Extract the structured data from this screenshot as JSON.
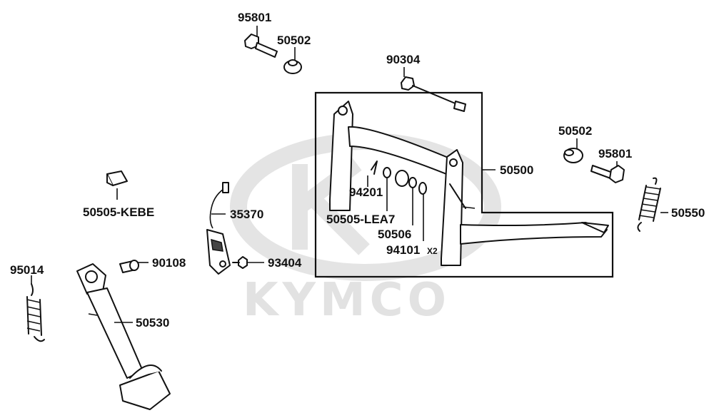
{
  "watermark": {
    "brand": "KYMCO"
  },
  "frame_callout": "50500",
  "labels": {
    "p95801_top": "95801",
    "p50502_top": "50502",
    "p90304": "90304",
    "p50502_right": "50502",
    "p95801_right": "95801",
    "p50500": "50500",
    "p50550": "50550",
    "p94201": "94201",
    "p50505_lea7": "50505-LEA7",
    "p50506": "50506",
    "p94101": "94101",
    "p94101_qty": "X2",
    "p50505_kebe": "50505-KEBE",
    "p35370": "35370",
    "p90108": "90108",
    "p93404": "93404",
    "p95014": "95014",
    "p50530": "50530"
  }
}
